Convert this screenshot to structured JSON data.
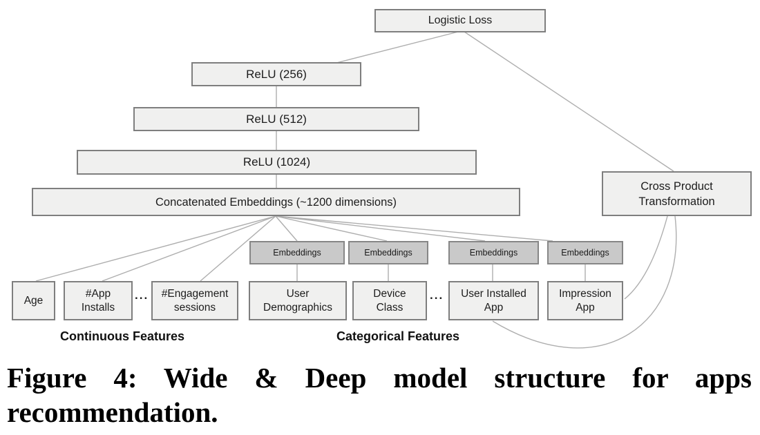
{
  "colors": {
    "box_fill": "#f0f0ef",
    "box_border": "#7e7e7e",
    "embedding_fill": "#c9c9c9",
    "embedding_border": "#868686",
    "connector_line": "#aeaeae",
    "text": "#1c1c1c"
  },
  "diagram": {
    "output": {
      "label": "Logistic Loss"
    },
    "hidden_layers": [
      {
        "label": "ReLU (256)"
      },
      {
        "label": "ReLU (512)"
      },
      {
        "label": "ReLU (1024)"
      }
    ],
    "concat": {
      "label": "Concatenated Embeddings (~1200 dimensions)"
    },
    "cross_product": {
      "line1": "Cross Product",
      "line2": "Transformation"
    },
    "embeddings_label": "Embeddings",
    "features": [
      {
        "line1": "Age"
      },
      {
        "line1": "#App",
        "line2": "Installs"
      },
      {
        "line1": "#Engagement",
        "line2": "sessions"
      },
      {
        "line1": "User",
        "line2": "Demographics"
      },
      {
        "line1": "Device",
        "line2": "Class"
      },
      {
        "line1": "User Installed",
        "line2": "App"
      },
      {
        "line1": "Impression",
        "line2": "App"
      }
    ],
    "ellipsis": "...",
    "group_labels": {
      "continuous": "Continuous Features",
      "categorical": "Categorical Features"
    }
  },
  "caption": {
    "line1": "Figure 4:  Wide & Deep model structure for apps",
    "line2": "recommendation."
  }
}
